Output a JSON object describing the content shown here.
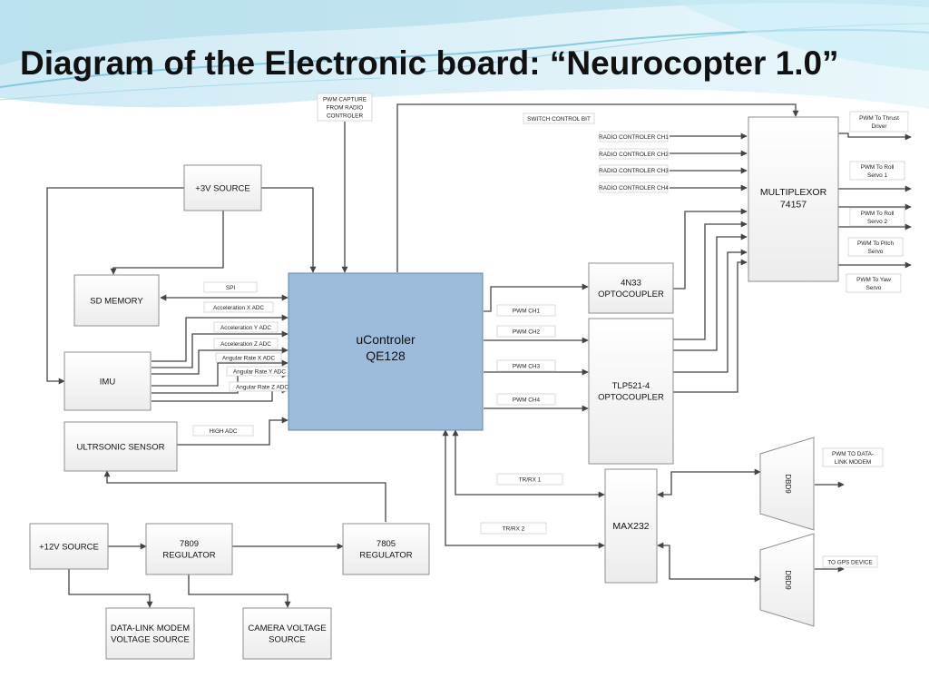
{
  "title": "Diagram of the Electronic board: “Neurocopter 1.0”",
  "blocks": {
    "v3_source": [
      "+3V SOURCE"
    ],
    "sd_memory": [
      "SD MEMORY"
    ],
    "imu": [
      "IMU"
    ],
    "ultrasonic": [
      "ULTRSONIC SENSOR"
    ],
    "v12_source": [
      "+12V SOURCE"
    ],
    "reg_7809": [
      "7809",
      "REGULATOR"
    ],
    "reg_7805": [
      "7805",
      "REGULATOR"
    ],
    "datalink_vs": [
      "DATA-LINK MODEM",
      "VOLTAGE SOURCE"
    ],
    "camera_vs": [
      "CAMERA VOLTAGE",
      "SOURCE"
    ],
    "ucontroler": [
      "uControler",
      "QE128"
    ],
    "opto_4n33": [
      "4N33",
      "OPTOCOUPLER"
    ],
    "opto_tlp": [
      "TLP521-4",
      "OPTOCOUPLER"
    ],
    "max232": [
      "MAX232"
    ],
    "mux": [
      "MULTIPLEXOR",
      "74157"
    ]
  },
  "labels": {
    "pwm_capture": [
      "PWM CAPTURE",
      "FROM RADIO",
      "CONTROLER"
    ],
    "switch_bit": [
      "SWITCH CONTROL BIT"
    ],
    "rc_ch1": [
      "RADIO CONTROLER CH1"
    ],
    "rc_ch2": [
      "RADIO CONTROLER CH2"
    ],
    "rc_ch3": [
      "RADIO CONTROLER CH3"
    ],
    "rc_ch4": [
      "RADIO CONTROLER CH4"
    ],
    "spi": [
      "SPI"
    ],
    "acc_x": [
      "Acceleration X ADC"
    ],
    "acc_y": [
      "Acceleration Y ADC"
    ],
    "acc_z": [
      "Acceleration Z ADC"
    ],
    "ang_x": [
      "Angular Rate X ADC"
    ],
    "ang_y": [
      "Angular Rate Y ADC"
    ],
    "ang_z": [
      "Angular Rate Z ADC"
    ],
    "high_adc": [
      "HIGH ADC"
    ],
    "pwm_ch1": [
      "PWM CH1"
    ],
    "pwm_ch2": [
      "PWM CH2"
    ],
    "pwm_ch3": [
      "PWM CH3"
    ],
    "pwm_ch4": [
      "PWM CH4"
    ],
    "trrx1": [
      "TR/RX 1"
    ],
    "trrx2": [
      "TR/RX 2"
    ],
    "out_thrust": [
      "PWM To Thrust",
      "Driver"
    ],
    "out_roll1": [
      "PWM To Roll",
      "Servo 1"
    ],
    "out_roll2": [
      "PWM To Roll",
      "Servo 2"
    ],
    "out_pitch": [
      "PWM To Pitch",
      "Servo"
    ],
    "out_yaw": [
      "PWM To Yaw",
      "Servo"
    ],
    "out_datalink": [
      "PWM TO DATA-",
      "LINK MODEM"
    ],
    "out_gps": [
      "TO GPS DEVICE"
    ]
  },
  "connectors": {
    "dbd9_top": "DBD9",
    "dbd9_bottom": "DBD9"
  }
}
